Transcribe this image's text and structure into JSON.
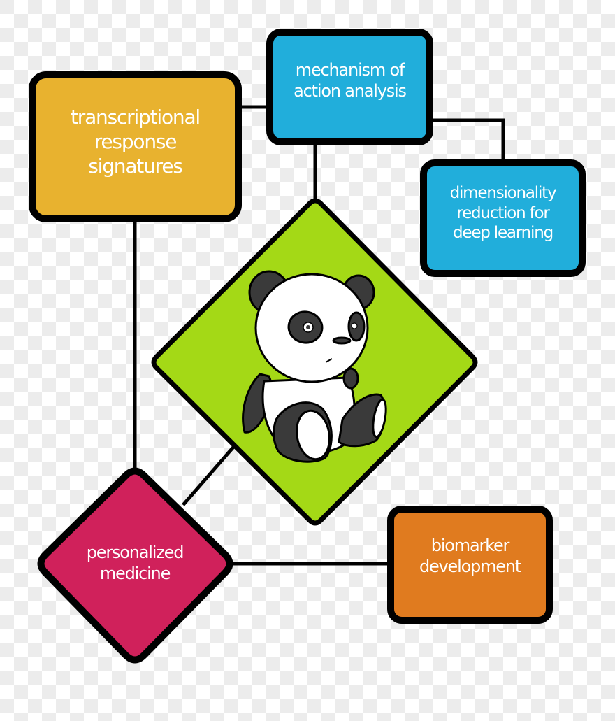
{
  "diagram": {
    "center": {
      "name": "panda",
      "shape": "diamond",
      "fill": "#a4d916",
      "icon": "panda-icon"
    },
    "nodes": [
      {
        "id": "transcriptional",
        "label": "transcriptional\nresponse\nsignatures",
        "shape": "rounded-rect",
        "fill": "#e8b22f"
      },
      {
        "id": "mechanism",
        "label": "mechanism of\naction analysis",
        "shape": "rounded-rect",
        "fill": "#21aedb"
      },
      {
        "id": "dimensionality",
        "label": "dimensionality\nreduction for\ndeep learning",
        "shape": "rounded-rect",
        "fill": "#21aedb"
      },
      {
        "id": "personalized",
        "label": "personalized\nmedicine",
        "shape": "diamond",
        "fill": "#d0215b"
      },
      {
        "id": "biomarker",
        "label": "biomarker\ndevelopment",
        "shape": "rounded-rect",
        "fill": "#e07b1f"
      }
    ],
    "connections": [
      [
        "transcriptional",
        "mechanism"
      ],
      [
        "mechanism",
        "dimensionality"
      ],
      [
        "mechanism",
        "panda"
      ],
      [
        "transcriptional",
        "personalized"
      ],
      [
        "panda",
        "personalized"
      ],
      [
        "personalized",
        "biomarker"
      ]
    ],
    "colors": {
      "outline": "#000000",
      "panda_dark": "#3a3a3a",
      "panda_light": "#ffffff",
      "text": "#ffffff"
    }
  }
}
